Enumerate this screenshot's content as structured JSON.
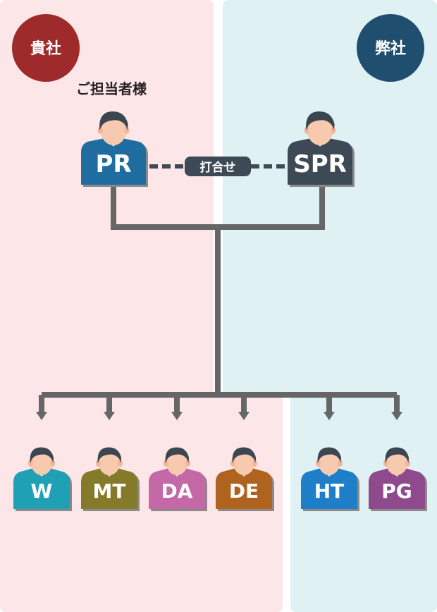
{
  "client": {
    "badge": "貴社",
    "contact_label": "ご担当者様",
    "color": "#9E2A2B",
    "panel_color": "#FCE6E8"
  },
  "company": {
    "badge": "弊社",
    "color": "#1F4E6E",
    "panel_color": "#E0F1F4"
  },
  "meeting_label": "打合せ",
  "top_people": [
    {
      "role": "PR",
      "color": "#1F6DA0"
    },
    {
      "role": "SPR",
      "color": "#3D4A55"
    }
  ],
  "team": [
    {
      "role": "W",
      "color": "#1FA0B4"
    },
    {
      "role": "MT",
      "color": "#857A2A"
    },
    {
      "role": "DA",
      "color": "#C468A8"
    },
    {
      "role": "DE",
      "color": "#B0621F"
    },
    {
      "role": "HT",
      "color": "#1E7FC8"
    },
    {
      "role": "PG",
      "color": "#8E4A8C"
    }
  ],
  "line_color": "#666666"
}
